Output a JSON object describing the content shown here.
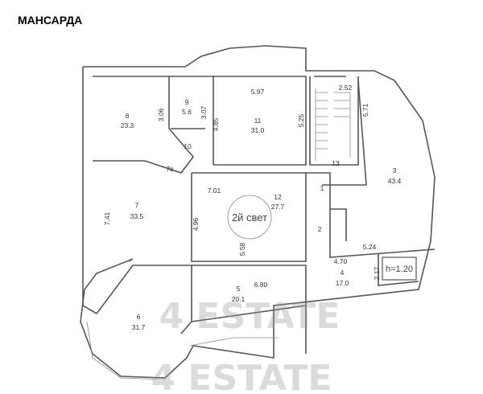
{
  "title": "МАНСАРДА",
  "rooms": [
    {
      "number": "8",
      "area": "23.3"
    },
    {
      "number": "9",
      "area": "5.6"
    },
    {
      "number": "11",
      "area": "31.0"
    },
    {
      "number": "10",
      "area": ""
    },
    {
      "number": "7в",
      "area": ""
    },
    {
      "number": "13",
      "area": ""
    },
    {
      "number": "3",
      "area": "43.4"
    },
    {
      "number": "1",
      "area": ""
    },
    {
      "number": "12",
      "area": "27.7"
    },
    {
      "number": "7",
      "area": "33.5"
    },
    {
      "number": "2",
      "area": ""
    },
    {
      "number": "4",
      "area": "17.0"
    },
    {
      "number": "5",
      "area": "20.1"
    },
    {
      "number": "6",
      "area": "31.7"
    }
  ],
  "dimensions": [
    "2.52",
    "5.97",
    "3.06",
    "3.07",
    "4.85",
    "5.25",
    "5.71",
    "7.01",
    "4.96",
    "7.41",
    "5.58",
    "5.24",
    "4.70",
    "2.17",
    "6.80"
  ],
  "notes": {
    "double_height": "2й свет",
    "height": "h=1.20"
  },
  "watermark": "4 ESTATE"
}
